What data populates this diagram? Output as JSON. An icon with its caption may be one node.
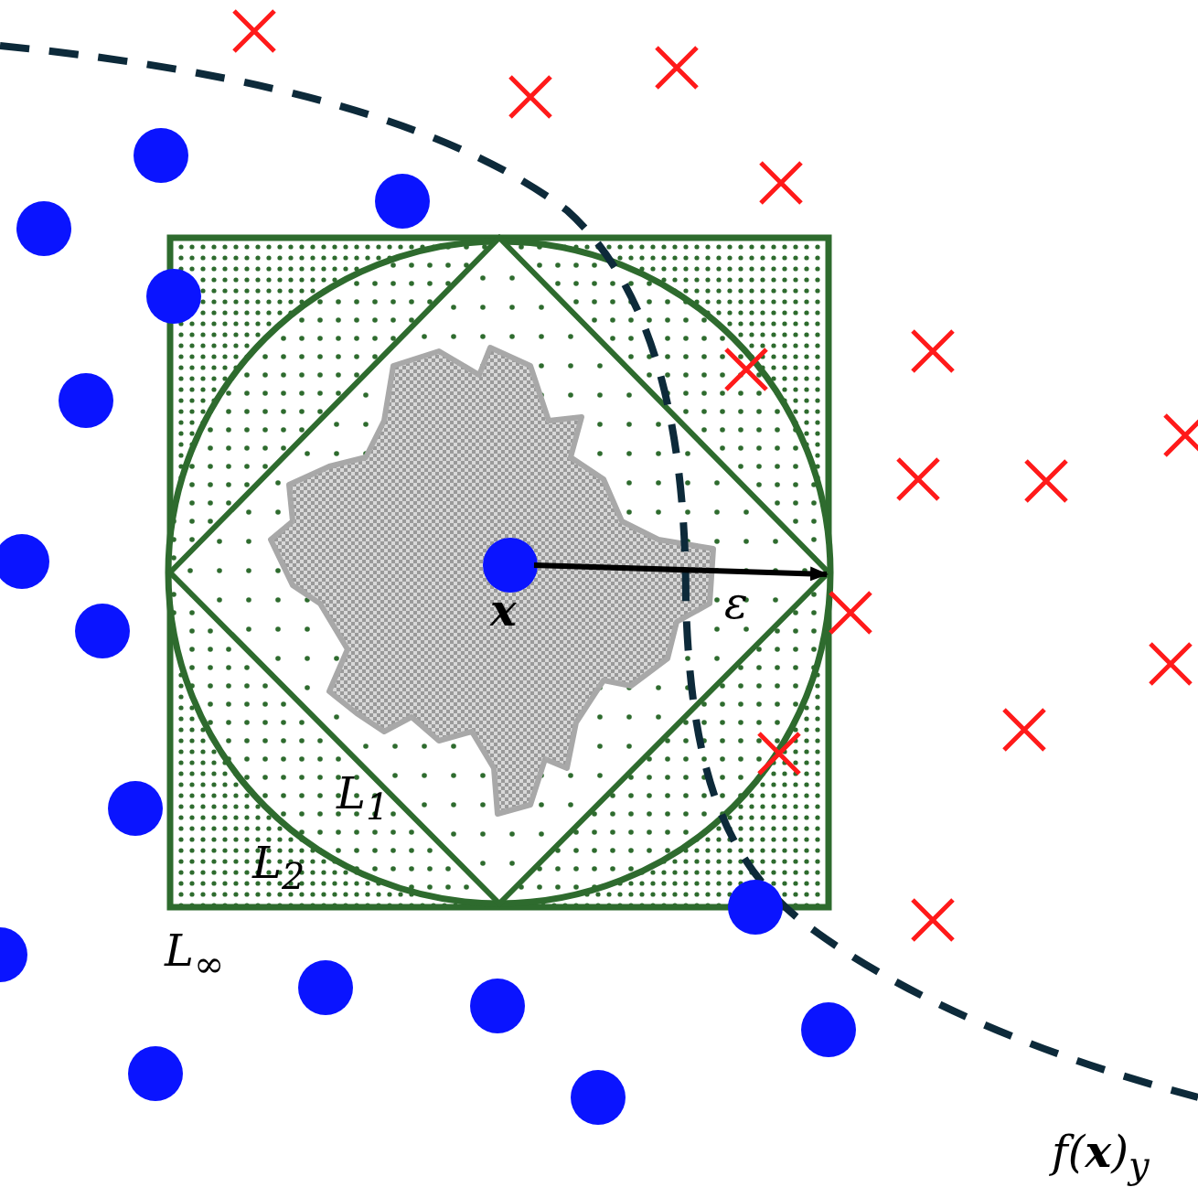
{
  "diagram": {
    "labels": [
      "**x**",
      "ε",
      "L$_{1}$",
      "L$_{2}$",
      "L$_{∞}$",
      "f(**x**)$_{y}$"
    ]
  }
}
